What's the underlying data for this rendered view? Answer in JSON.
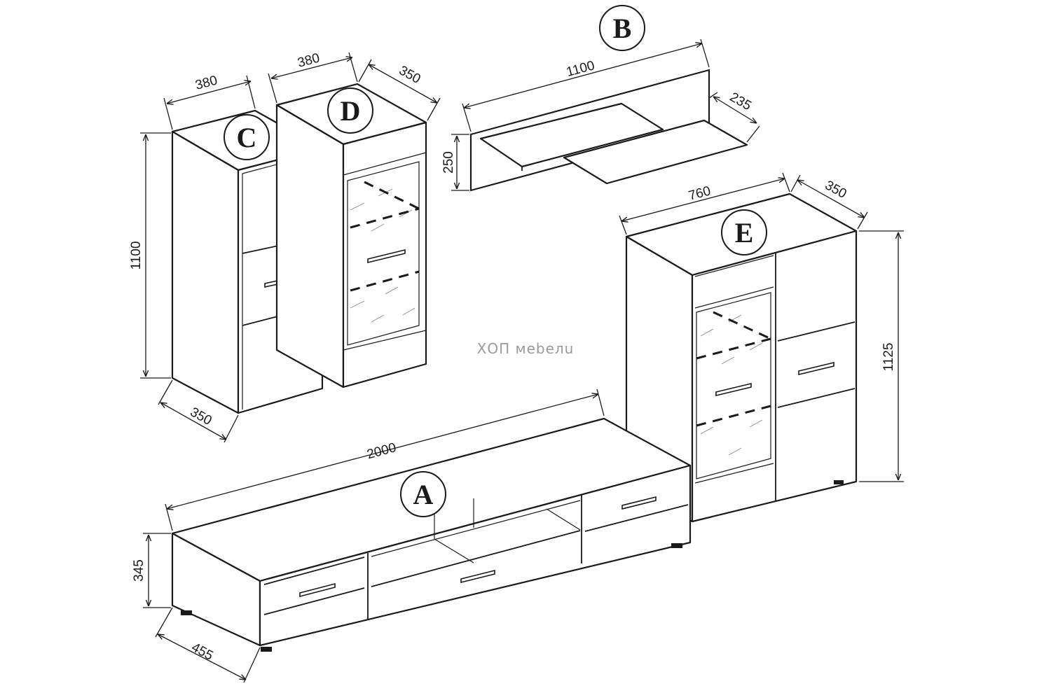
{
  "labels": {
    "a": "A",
    "b": "B",
    "c": "C",
    "d": "D",
    "e": "E"
  },
  "dimensions": {
    "a_length": "2000",
    "a_height": "345",
    "a_depth": "455",
    "b_length": "1100",
    "b_height": "250",
    "b_depth": "235",
    "c_width": "380",
    "c_height": "1100",
    "c_depth": "350",
    "d_width": "380",
    "d_depth": "350",
    "e_width": "760",
    "e_depth": "350",
    "e_height": "1125"
  },
  "watermark": "ХОП мebeлu"
}
